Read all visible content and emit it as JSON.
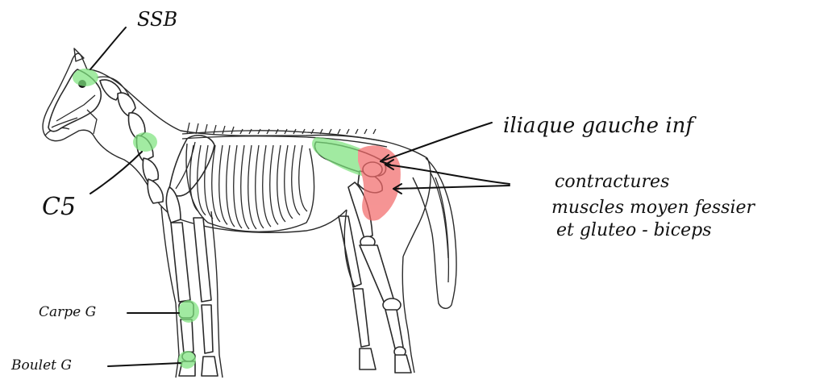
{
  "title": "",
  "colors": {
    "highlight_green": "#7ee37e",
    "highlight_red": "#f26b6b",
    "ink": "#111111",
    "bone_line": "#2a2a2a"
  },
  "annotations": {
    "ssb": "SSB",
    "c5": "C5",
    "carpe": "Carpe G",
    "boulet": "Boulet G",
    "iliaque": "iliaque gauche inf",
    "contractures_line1": "contractures",
    "contractures_line2": "muscles moyen fessier",
    "contractures_line3": "et gluteo - biceps"
  },
  "regions": [
    {
      "name": "poll-ssb",
      "status": "green"
    },
    {
      "name": "neck-c5",
      "status": "green"
    },
    {
      "name": "ilium-left-inferior",
      "status": "green"
    },
    {
      "name": "left-carpus",
      "status": "green"
    },
    {
      "name": "left-fetlock",
      "status": "green"
    },
    {
      "name": "hip-muscle-contractures",
      "status": "red"
    }
  ]
}
